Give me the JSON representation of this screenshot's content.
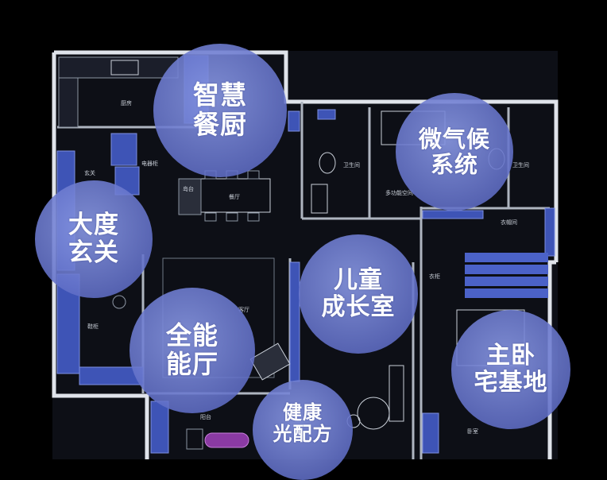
{
  "bubbles": [
    {
      "id": "smart-kitchen",
      "lines": [
        "智慧",
        "餐厨"
      ]
    },
    {
      "id": "micro-climate",
      "lines": [
        "微气候",
        "系统"
      ]
    },
    {
      "id": "baidu-entrance",
      "lines": [
        "大度",
        "玄关"
      ]
    },
    {
      "id": "child-room",
      "lines": [
        "儿童",
        "成长室"
      ]
    },
    {
      "id": "living-hall",
      "lines": [
        "全能",
        "能厅"
      ]
    },
    {
      "id": "master-bedroom",
      "lines": [
        "主卧",
        "宅基地"
      ]
    },
    {
      "id": "health-light",
      "lines": [
        "健康",
        "光配方"
      ]
    }
  ],
  "room_labels": {
    "kitchen": "厨房",
    "foyer": "玄关",
    "appliance": "电器柜",
    "island": "岛台",
    "dining": "餐厅",
    "wash": "卫生间",
    "bath2": "卫生间",
    "multi": "多功能空间",
    "wardrobe": "衣帽间",
    "closet": "衣柜",
    "shoe": "鞋柜",
    "living": "客厅",
    "balcony": "阳台",
    "bedroom": "卧室"
  },
  "colors": {
    "wall": "#dfe3ea",
    "furniture": "#5a6fd0",
    "floor": "#0d0f16",
    "bubble": "#7a88d8"
  }
}
